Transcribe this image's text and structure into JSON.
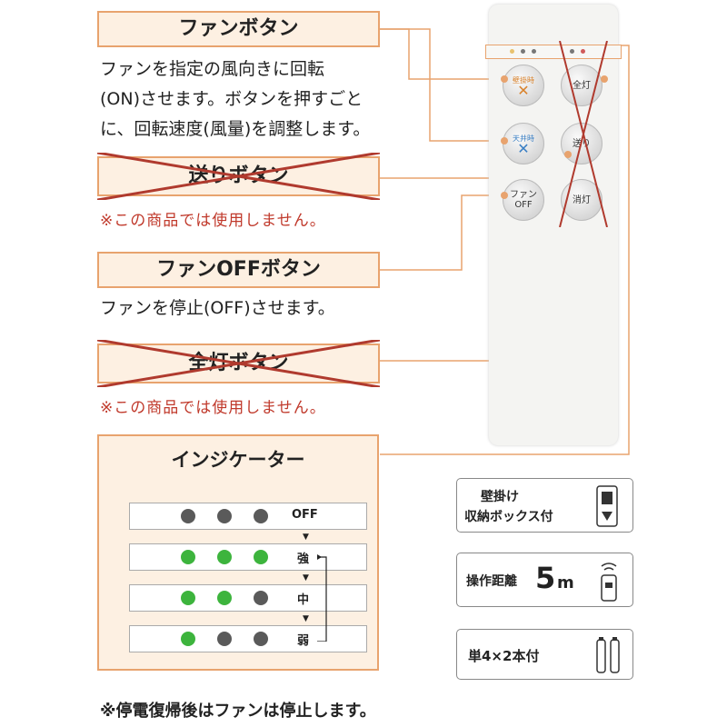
{
  "fan_button": {
    "title": "ファンボタン",
    "desc_lines": [
      "ファンを指定の風向きに回転",
      "(ON)させます。ボタンを押すごと",
      "に、回転速度(風量)を調整します。"
    ]
  },
  "okuri_button": {
    "title": "送りボタン",
    "note": "※この商品では使用しません。"
  },
  "fan_off_button": {
    "title": "ファンOFFボタン",
    "desc": "ファンを停止(OFF)させます。"
  },
  "zentou_button": {
    "title": "全灯ボタン",
    "note": "※この商品では使用しません。"
  },
  "indicator": {
    "title": "インジケーター",
    "rows": [
      {
        "label": "OFF",
        "dots": [
          "#5a5a5a",
          "#5a5a5a",
          "#5a5a5a"
        ]
      },
      {
        "label": "強",
        "dots": [
          "#3db43d",
          "#3db43d",
          "#3db43d"
        ]
      },
      {
        "label": "中",
        "dots": [
          "#3db43d",
          "#3db43d",
          "#5a5a5a"
        ]
      },
      {
        "label": "弱",
        "dots": [
          "#3db43d",
          "#5a5a5a",
          "#5a5a5a"
        ]
      }
    ]
  },
  "remote": {
    "buttons": {
      "fan_wall": "壁掛時",
      "fan_ceiling": "天井時",
      "fan_off_1": "ファン",
      "fan_off_2": "OFF",
      "zentou": "全灯",
      "okuri": "送り",
      "shoutou": "消灯"
    }
  },
  "features": {
    "wall_line1": "壁掛け",
    "wall_line2": "収納ボックス付",
    "distance_label": "操作距離",
    "distance_value": "5",
    "distance_unit": "m",
    "battery": "単4×2本付"
  },
  "footer": "※停電復帰後はファンは停止します。",
  "colors": {
    "accent_border": "#e8a36e",
    "accent_fill": "#fdf0e2",
    "cross_red": "#b03a2e",
    "note_red": "#c0392b"
  }
}
